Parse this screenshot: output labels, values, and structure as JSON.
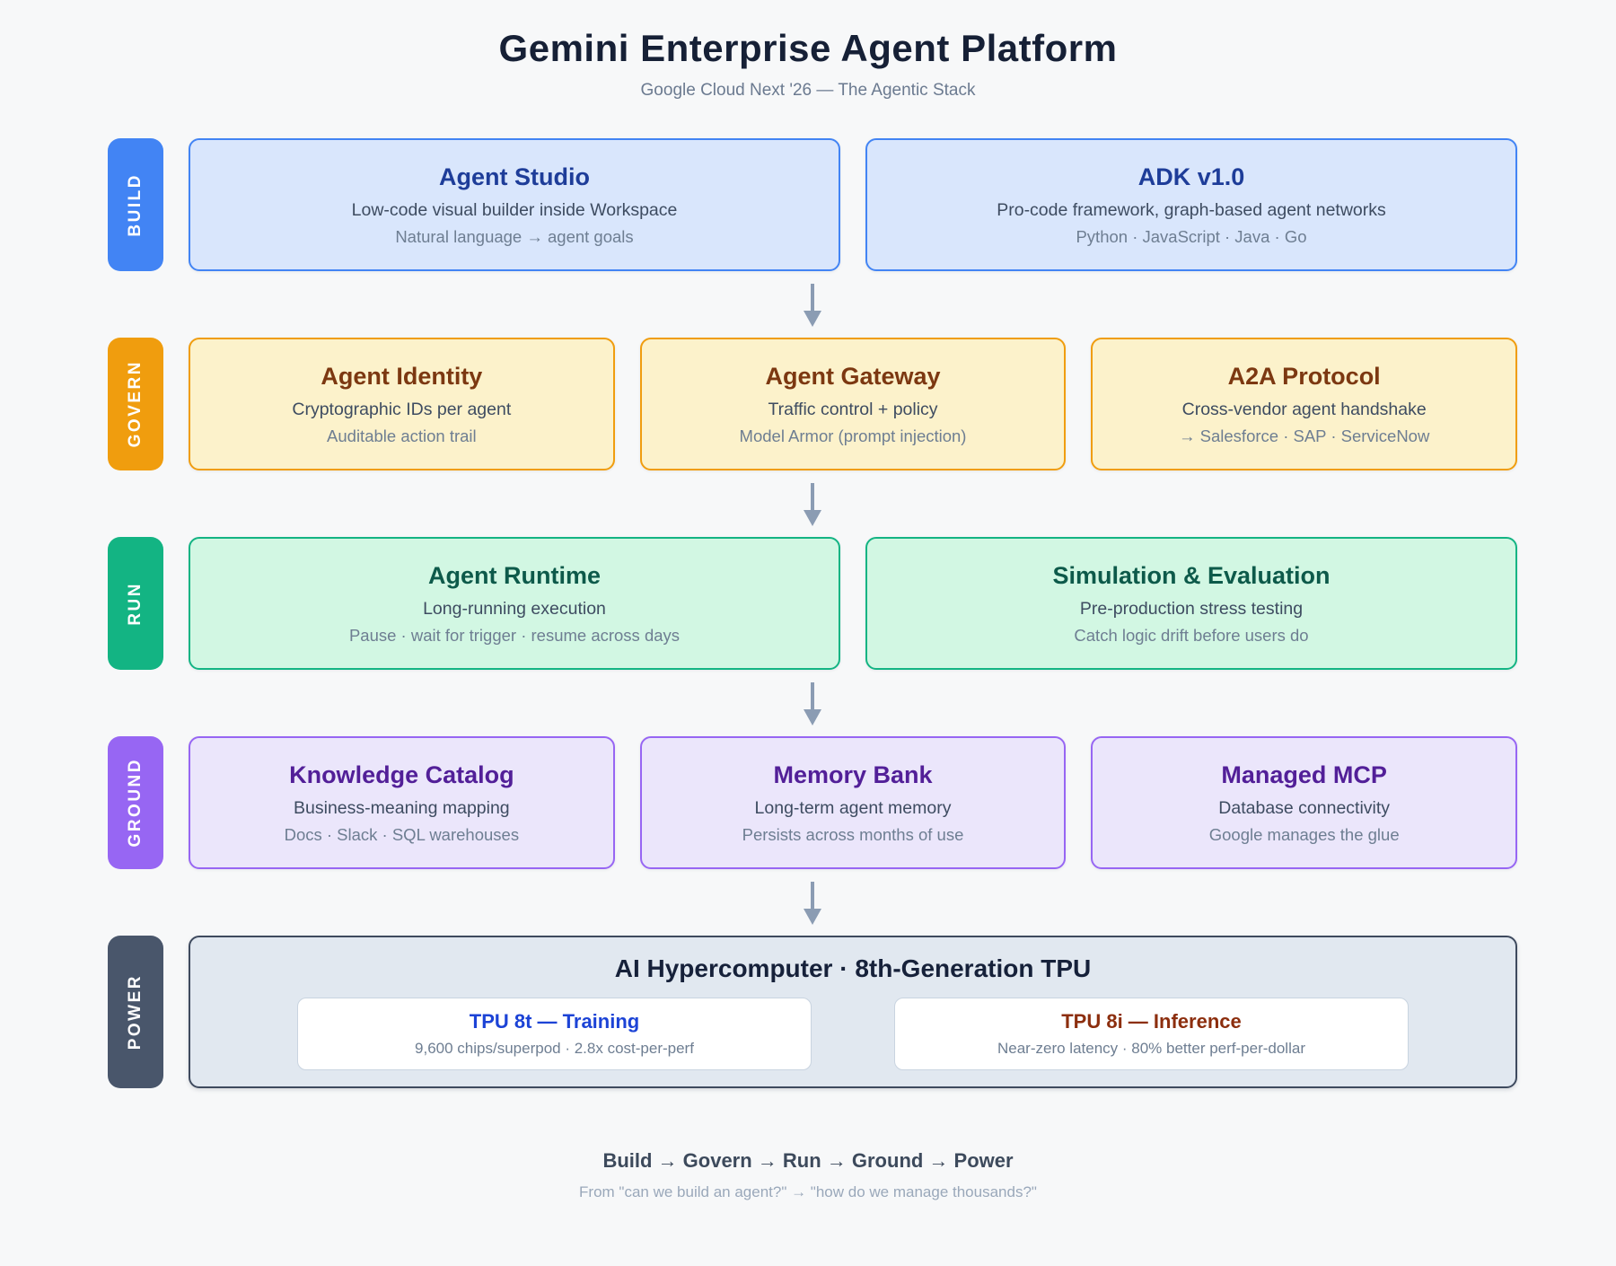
{
  "header": {
    "title": "Gemini Enterprise Agent Platform",
    "subtitle": "Google Cloud Next '26 — The Agentic Stack"
  },
  "rows": [
    {
      "label": "BUILD",
      "cards": [
        {
          "title": "Agent Studio",
          "line1": "Low-code visual builder inside Workspace",
          "line2": "Natural language → agent goals"
        },
        {
          "title": "ADK v1.0",
          "line1": "Pro-code framework, graph-based agent networks",
          "line2": "Python · JavaScript · Java · Go"
        }
      ]
    },
    {
      "label": "GOVERN",
      "cards": [
        {
          "title": "Agent Identity",
          "line1": "Cryptographic IDs per agent",
          "line2": "Auditable action trail"
        },
        {
          "title": "Agent Gateway",
          "line1": "Traffic control + policy",
          "line2": "Model Armor (prompt injection)"
        },
        {
          "title": "A2A Protocol",
          "line1": "Cross-vendor agent handshake",
          "line2": "→ Salesforce · SAP · ServiceNow"
        }
      ]
    },
    {
      "label": "RUN",
      "cards": [
        {
          "title": "Agent Runtime",
          "line1": "Long-running execution",
          "line2": "Pause · wait for trigger · resume across days"
        },
        {
          "title": "Simulation & Evaluation",
          "line1": "Pre-production stress testing",
          "line2": "Catch logic drift before users do"
        }
      ]
    },
    {
      "label": "GROUND",
      "cards": [
        {
          "title": "Knowledge Catalog",
          "line1": "Business-meaning mapping",
          "line2": "Docs · Slack · SQL warehouses"
        },
        {
          "title": "Memory Bank",
          "line1": "Long-term agent memory",
          "line2": "Persists across months of use"
        },
        {
          "title": "Managed MCP",
          "line1": "Database connectivity",
          "line2": "Google manages the glue"
        }
      ]
    },
    {
      "label": "POWER",
      "title": "AI Hypercomputer · 8th-Generation TPU",
      "tpu_cards": [
        {
          "title": "TPU 8t — Training",
          "sub": "9,600 chips/superpod · 2.8x cost-per-perf"
        },
        {
          "title": "TPU 8i — Inference",
          "sub": "Near-zero latency · 80% better perf-per-dollar"
        }
      ]
    }
  ],
  "footer": {
    "flow": "Build → Govern → Run → Ground → Power",
    "caption": "From \"can we build an agent?\" → \"how do we manage thousands?\""
  },
  "palette": {
    "page-bg": "#f7f8f9",
    "title-color": "#162036",
    "subtitle-color": "#6b7a90",
    "text-primary": "#3e4c61",
    "text-secondary": "#6e7e92",
    "arrow-color": "#8b9cb3",
    "build-accent": "#4284f4",
    "build-bg": "#d9e6fc",
    "build-title": "#1e3d99",
    "govern-accent": "#f09d0e",
    "govern-bg": "#fcf2cb",
    "govern-title": "#7c3811",
    "run-accent": "#13b483",
    "run-bg": "#d2f7e3",
    "run-title": "#0d5a4a",
    "ground-accent": "#9766f3",
    "ground-bg": "#ebe6fb",
    "ground-title": "#521f98",
    "power-accent": "#49566b",
    "power-border": "#3e4a5e",
    "power-bg": "#e1e8f0",
    "power-title": "#16213a",
    "tpu-card-border": "#c9d4e0",
    "tpu-training-title": "#1c43d6",
    "tpu-inference-title": "#8c2e0e",
    "footer-bold": "#3d4a5c",
    "footer-caption": "#9aa8ba"
  }
}
